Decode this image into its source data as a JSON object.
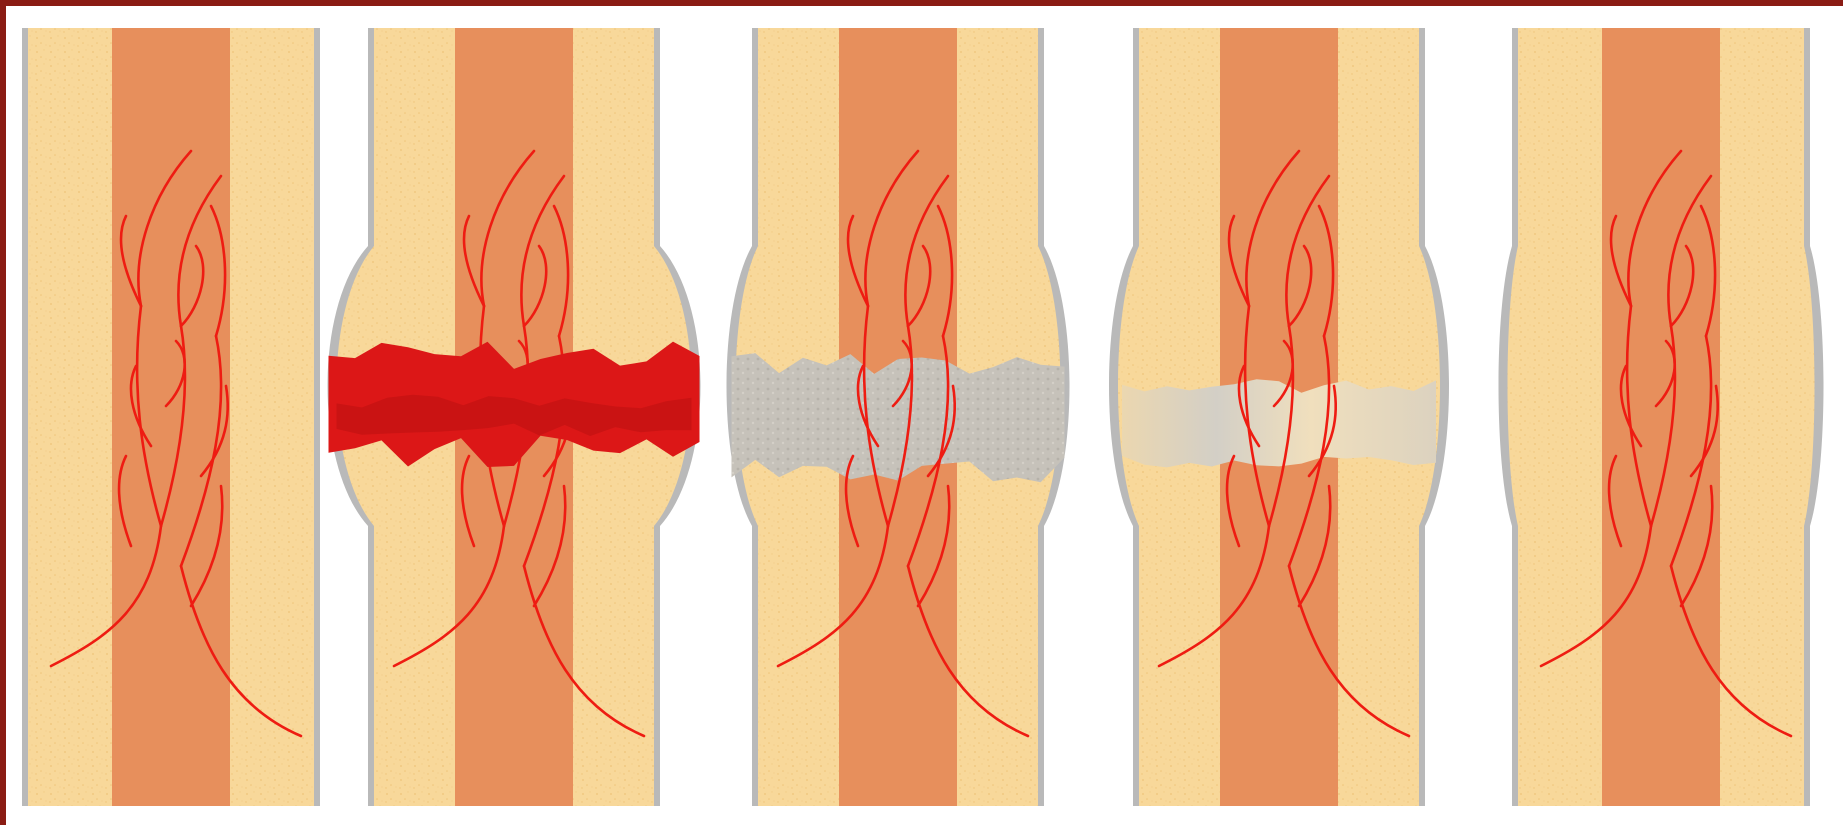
{
  "diagram": {
    "type": "bone-fracture-healing-stages",
    "stage_count": 5,
    "stages": [
      {
        "id": "intact-bone",
        "fill": null
      },
      {
        "id": "hematoma",
        "fill": "hematoma"
      },
      {
        "id": "soft-callus",
        "fill": "soft-callus"
      },
      {
        "id": "hard-callus",
        "fill": "hard-callus"
      },
      {
        "id": "remodeled-bone",
        "fill": null
      }
    ]
  },
  "colors": {
    "frame_border": "#8a1c14",
    "periosteum": "#b9b9b9",
    "cortical_bone": "#f8d89a",
    "cortical_speckle": "#f0c67c",
    "marrow": "#e78f5c",
    "vessel": "#ee1c12",
    "hematoma": "#dc1717",
    "hematoma_dark": "#b80f0f",
    "soft_callus": "#c4c0b8",
    "hard_callus_light": "#e9d9b8",
    "hard_callus_grey": "#cfcac0"
  }
}
